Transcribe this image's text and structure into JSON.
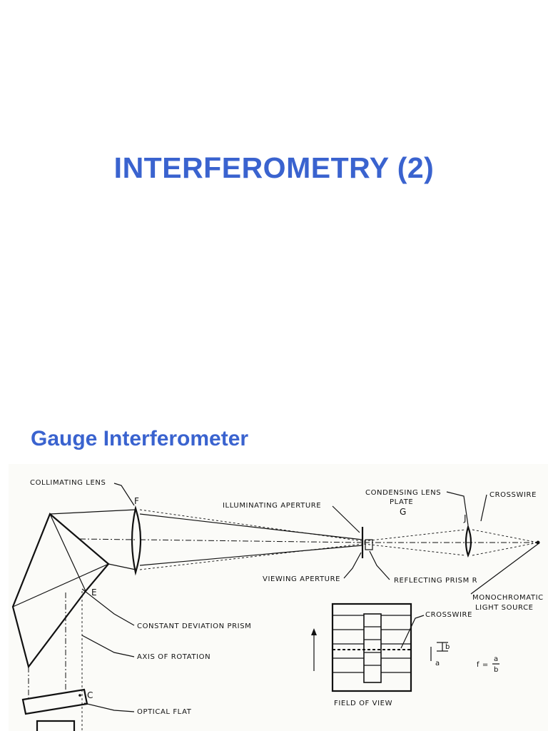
{
  "slide": {
    "title": "INTERFEROMETRY (2)",
    "section_heading": "Gauge Interferometer"
  },
  "figure": {
    "labels": {
      "collimating_lens": "COLLIMATING  LENS",
      "point_f": "F",
      "illuminating_aperture": "ILLUMINATING  APERTURE",
      "condensing_lens": "CONDENSING LENS",
      "plate": "PLATE",
      "point_g": "G",
      "crosswire_top": "CROSSWIRE",
      "point_j": "J",
      "viewing_aperture": "VIEWING  APERTURE",
      "reflecting_prism": "REFLECTING  PRISM R",
      "monochromatic_line1": "MONOCHROMATIC",
      "monochromatic_line2": "LIGHT SOURCE",
      "point_e": "E",
      "constant_deviation_prism": "CONSTANT  DEVIATION  PRISM",
      "axis_of_rotation": "AXIS  OF  ROTATION",
      "point_c": "C",
      "optical_flat": "OPTICAL  FLAT",
      "crosswire_fov": "CROSSWIRE",
      "mark_b": "b",
      "mark_a": "a",
      "formula_lhs": "f =",
      "formula_num": "a",
      "formula_den": "b",
      "field_of_view": "FIELD    OF  VIEW"
    }
  }
}
